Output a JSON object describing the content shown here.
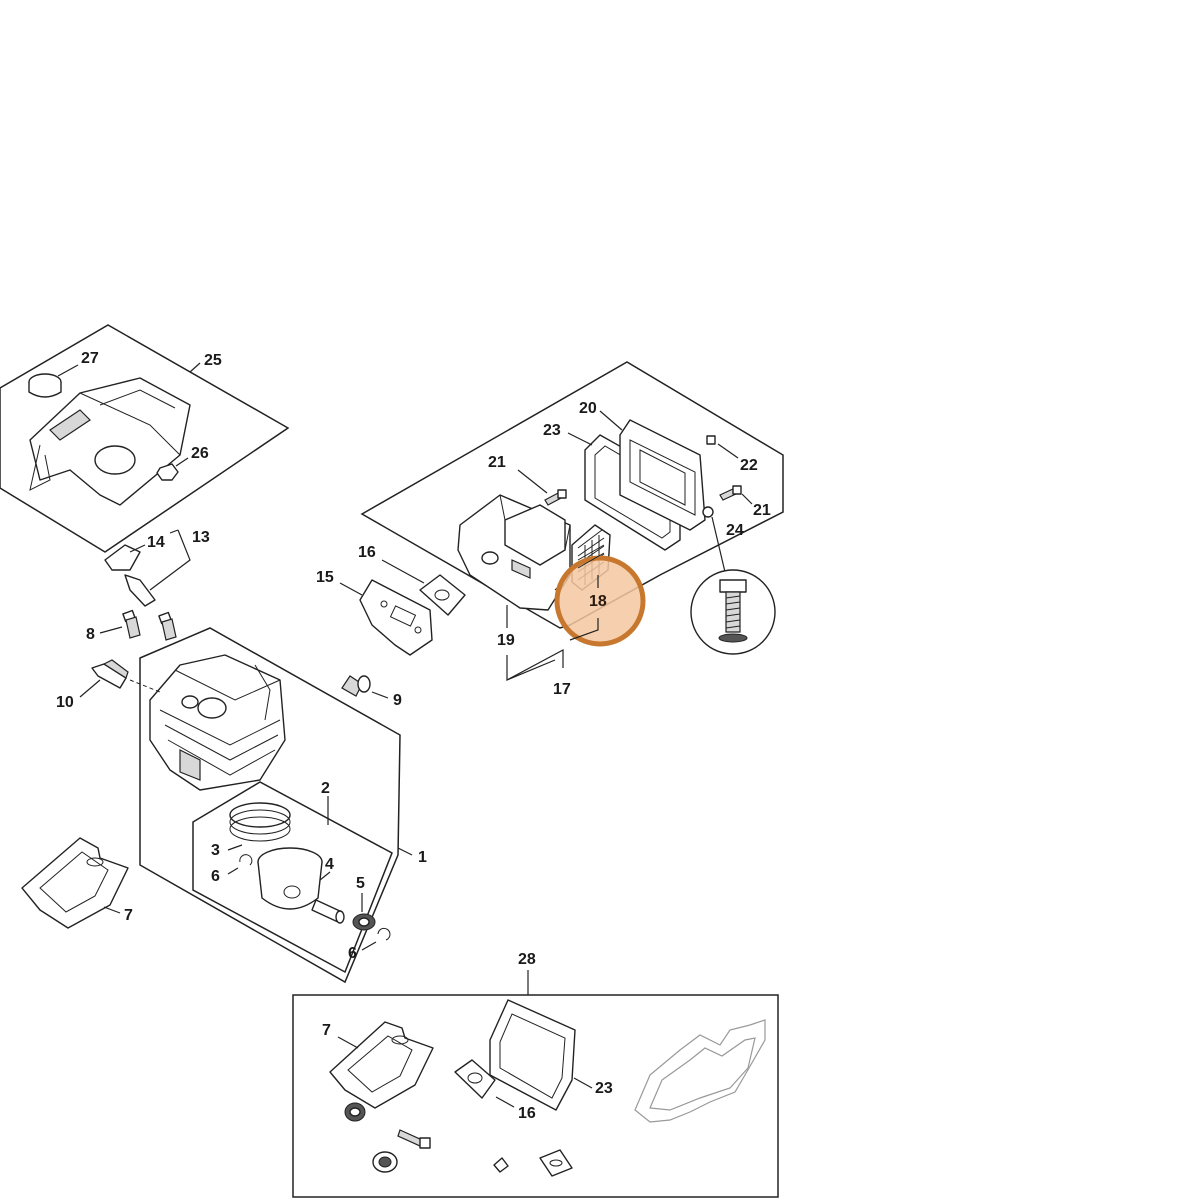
{
  "diagram": {
    "callouts": {
      "c1": "1",
      "c2": "2",
      "c3": "3",
      "c4": "4",
      "c5": "5",
      "c6a": "6",
      "c6b": "6",
      "c7a": "7",
      "c7b": "7",
      "c8": "8",
      "c9": "9",
      "c10": "10",
      "c13": "13",
      "c14": "14",
      "c15": "15",
      "c16a": "16",
      "c16b": "16",
      "c17": "17",
      "c18": "18",
      "c19": "19",
      "c20": "20",
      "c21a": "21",
      "c21b": "21",
      "c22": "22",
      "c23a": "23",
      "c23b": "23",
      "c24": "24",
      "c25": "25",
      "c26": "26",
      "c27": "27",
      "c28": "28"
    },
    "highlight": {
      "part": "18",
      "fill_color": "#F5C8A0",
      "ring_color": "#C8782E"
    },
    "line_color": "#222222"
  }
}
